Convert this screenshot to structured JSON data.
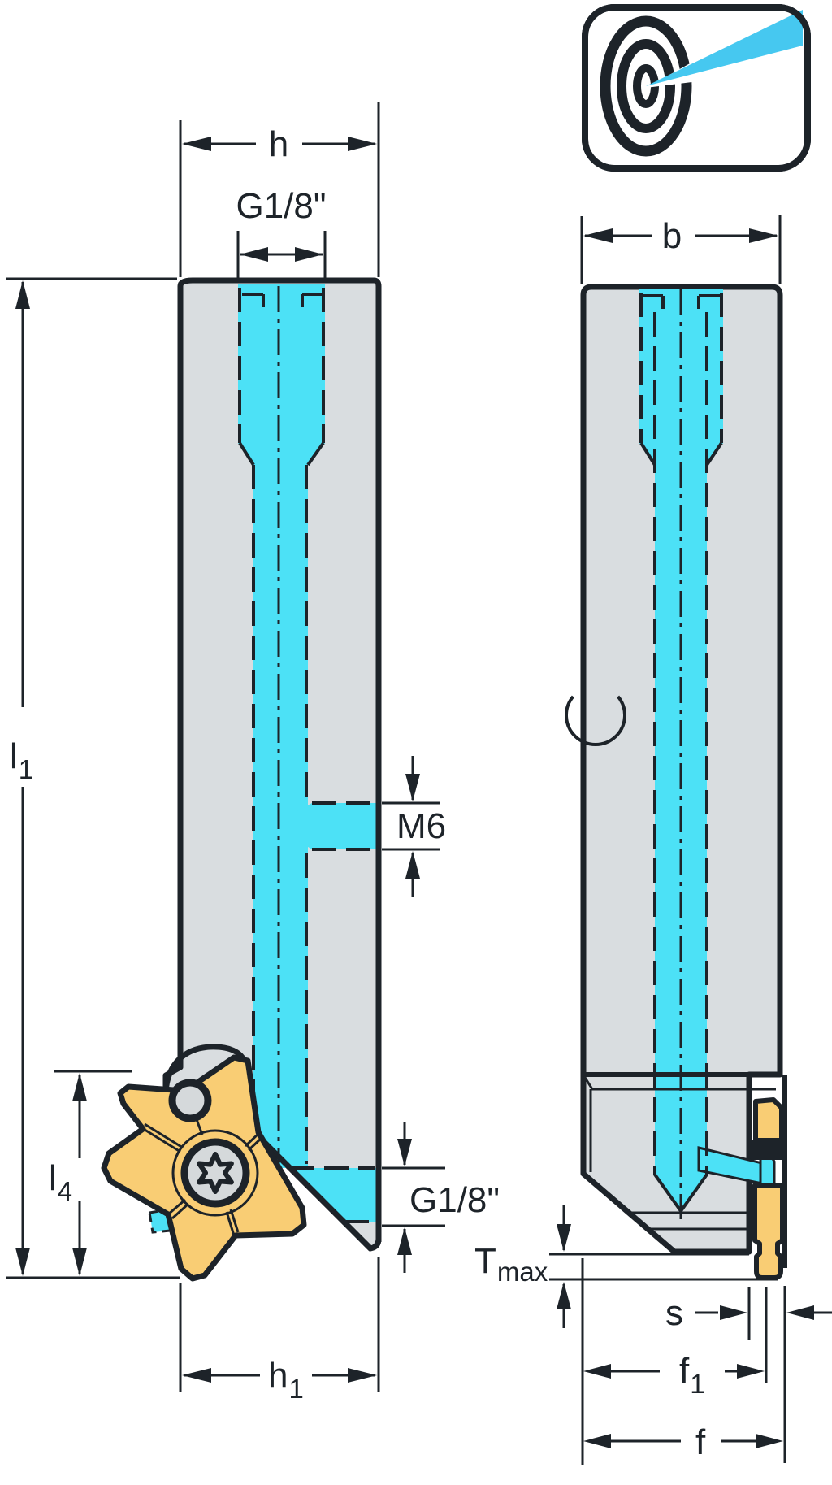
{
  "drawing": {
    "views": {
      "front": {
        "dims": {
          "h": "h",
          "g18_top": "G1/8\"",
          "l1": {
            "base": "l",
            "sub": "1"
          },
          "m6": "M6",
          "l4": {
            "base": "l",
            "sub": "4"
          },
          "g18_bottom": "G1/8\"",
          "h1": {
            "base": "h",
            "sub": "1"
          }
        }
      },
      "side": {
        "dims": {
          "b": "b",
          "tmax": {
            "base": "T",
            "sub": "max"
          },
          "s": "s",
          "f1": {
            "base": "f",
            "sub": "1"
          },
          "f": "f"
        }
      }
    },
    "icon": {
      "name": "precision-coolant-target"
    },
    "colors": {
      "outline": "#1d2329",
      "body_gray": "#d9dde0",
      "coolant_cyan": "#4ce1f6",
      "beam_cyan": "#46c8f0",
      "insert_yellow": "#f9cd74",
      "metal_gray": "#d5d9db",
      "background": "#ffffff"
    }
  }
}
